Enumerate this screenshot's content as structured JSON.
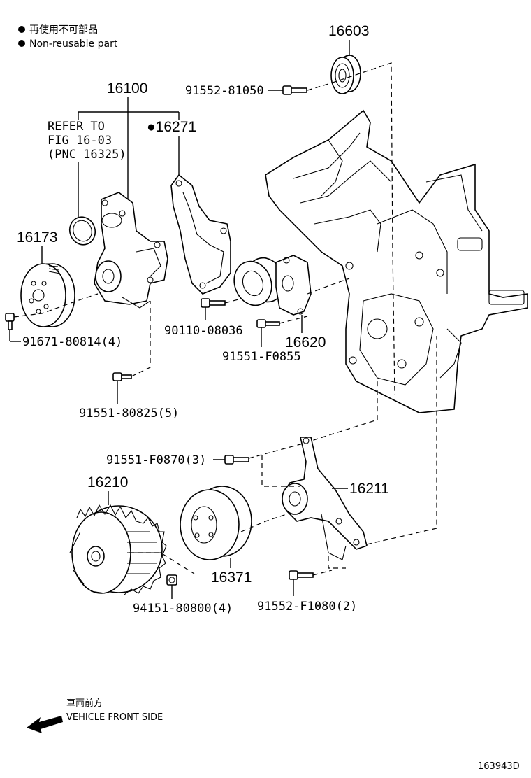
{
  "legend": {
    "jp": "再使用不可部品",
    "en": "Non-reusable part"
  },
  "labels": {
    "p16603": "16603",
    "p91552_81050": "91552-81050",
    "p16100": "16100",
    "refer_line1": "REFER TO",
    "refer_line2": "FIG 16-03",
    "refer_line3": "(PNC 16325)",
    "p16271": "●16271",
    "p16173": "16173",
    "p91671": "91671-80814(4)",
    "p90110": "90110-08036",
    "p16620": "16620",
    "p91551_f0855": "91551-F0855",
    "p91551_80825": "91551-80825(5)",
    "p91551_f0870": "91551-F0870(3)",
    "p16210": "16210",
    "p16211": "16211",
    "p16371": "16371",
    "p94151": "94151-80800(4)",
    "p91552_f1080": "91552-F1080(2)"
  },
  "direction": {
    "jp": "車両前方",
    "en": "VEHICLE FRONT SIDE"
  },
  "figure_id": "163943D"
}
